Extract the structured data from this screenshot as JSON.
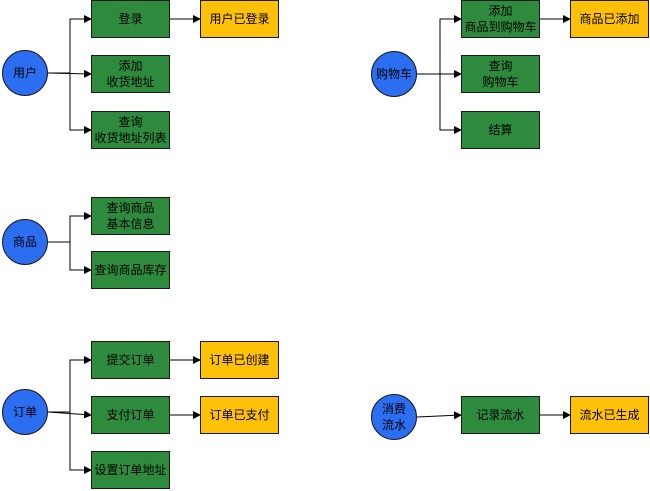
{
  "diagram": {
    "colors": {
      "actor": "#2b6ef2",
      "action": "#2e8b3e",
      "result": "#ffc107",
      "line": "#000000"
    },
    "nodes": [
      {
        "id": "user",
        "kind": "actor",
        "label": "用户"
      },
      {
        "id": "login",
        "kind": "action",
        "label": "登录"
      },
      {
        "id": "user_logged_in",
        "kind": "result",
        "label": "用户已登录"
      },
      {
        "id": "add_address",
        "kind": "action",
        "label": "添加\n收货地址"
      },
      {
        "id": "query_addresses",
        "kind": "action",
        "label": "查询\n收货地址列表"
      },
      {
        "id": "cart",
        "kind": "actor",
        "label": "购物车"
      },
      {
        "id": "add_to_cart",
        "kind": "action",
        "label": "添加\n商品到购物车"
      },
      {
        "id": "item_added",
        "kind": "result",
        "label": "商品已添加"
      },
      {
        "id": "query_cart",
        "kind": "action",
        "label": "查询\n购物车"
      },
      {
        "id": "checkout",
        "kind": "action",
        "label": "结算"
      },
      {
        "id": "product",
        "kind": "actor",
        "label": "商品"
      },
      {
        "id": "query_product_info",
        "kind": "action",
        "label": "查询商品\n基本信息"
      },
      {
        "id": "query_stock",
        "kind": "action",
        "label": "查询商品库存"
      },
      {
        "id": "order",
        "kind": "actor",
        "label": "订单"
      },
      {
        "id": "submit_order",
        "kind": "action",
        "label": "提交订单"
      },
      {
        "id": "order_created",
        "kind": "result",
        "label": "订单已创建"
      },
      {
        "id": "pay_order",
        "kind": "action",
        "label": "支付订单"
      },
      {
        "id": "order_paid",
        "kind": "result",
        "label": "订单已支付"
      },
      {
        "id": "set_order_address",
        "kind": "action",
        "label": "设置订单地址"
      },
      {
        "id": "consumption_flow",
        "kind": "actor",
        "label": "消费\n流水"
      },
      {
        "id": "record_flow",
        "kind": "action",
        "label": "记录流水"
      },
      {
        "id": "flow_generated",
        "kind": "result",
        "label": "流水已生成"
      }
    ],
    "edges": [
      {
        "from": "user",
        "to": "login"
      },
      {
        "from": "user",
        "to": "add_address"
      },
      {
        "from": "user",
        "to": "query_addresses"
      },
      {
        "from": "login",
        "to": "user_logged_in"
      },
      {
        "from": "cart",
        "to": "add_to_cart"
      },
      {
        "from": "cart",
        "to": "query_cart"
      },
      {
        "from": "cart",
        "to": "checkout"
      },
      {
        "from": "add_to_cart",
        "to": "item_added"
      },
      {
        "from": "product",
        "to": "query_product_info"
      },
      {
        "from": "product",
        "to": "query_stock"
      },
      {
        "from": "order",
        "to": "submit_order"
      },
      {
        "from": "order",
        "to": "pay_order"
      },
      {
        "from": "order",
        "to": "set_order_address"
      },
      {
        "from": "submit_order",
        "to": "order_created"
      },
      {
        "from": "pay_order",
        "to": "order_paid"
      },
      {
        "from": "consumption_flow",
        "to": "record_flow"
      },
      {
        "from": "record_flow",
        "to": "flow_generated"
      }
    ]
  }
}
